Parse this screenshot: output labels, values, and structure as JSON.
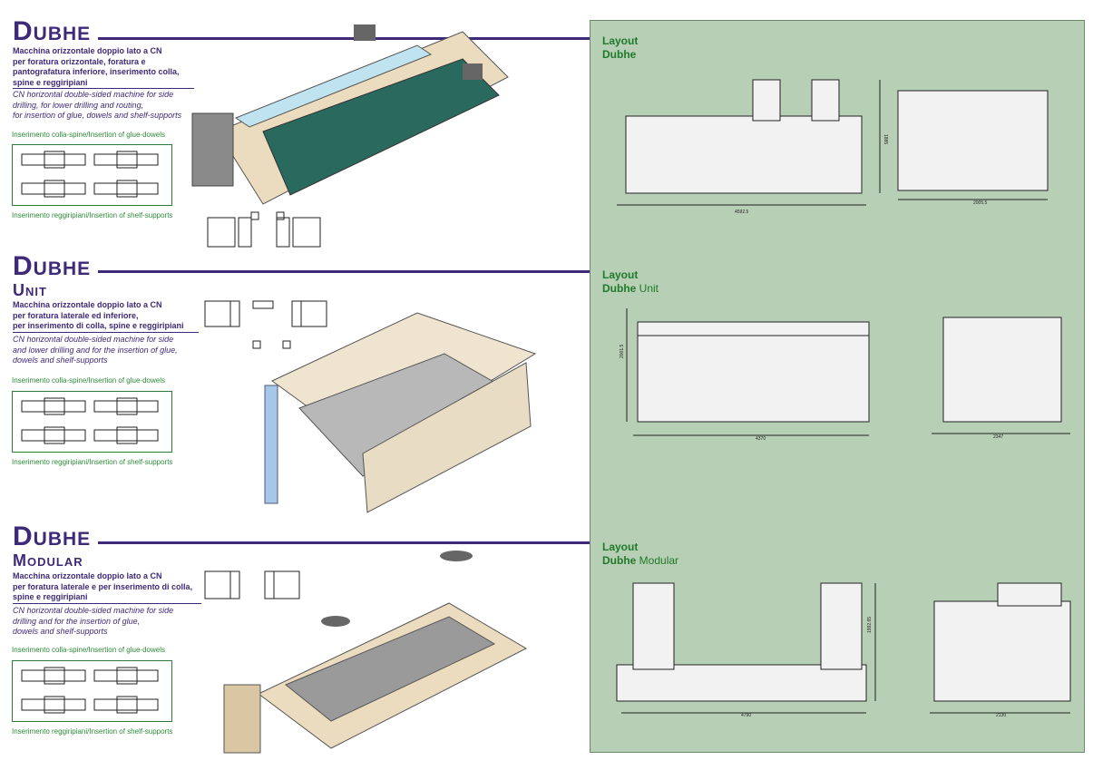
{
  "sections": [
    {
      "title": "Dubhe",
      "subtitle": "",
      "desc_it": [
        "Macchina orizzontale doppio lato a CN",
        "per foratura orizzontale, foratura e",
        "pantografatura inferiore, inserimento colla,",
        "spine e reggiripiani"
      ],
      "desc_en": [
        "CN horizontal double-sided machine for side",
        "drilling, for lower drilling and routing,",
        "for insertion of glue, dowels and shelf-supports"
      ],
      "caption_glue": "Inserimento colla-spine/Insertion of glue-dowels",
      "caption_shelf": "Inserimento reggiripiani/Insertion of shelf-supports"
    },
    {
      "title": "Dubhe",
      "subtitle": "Unit",
      "desc_it": [
        "Macchina orizzontale doppio lato a CN",
        "per foratura laterale ed inferiore,",
        "per inserimento di colla, spine e reggiripiani"
      ],
      "desc_en": [
        "CN horizontal double-sided machine for side",
        "and lower drilling and for the insertion of glue,",
        "dowels and shelf-supports"
      ],
      "caption_glue": "Inserimento colla-spine/Insertion of glue-dowels",
      "caption_shelf": "Inserimento reggiripiani/Insertion of shelf-supports"
    },
    {
      "title": "Dubhe",
      "subtitle": "Modular",
      "desc_it": [
        "Macchina orizzontale doppio lato a CN",
        "per foratura laterale e per inserimento di colla,",
        "spine e reggiripiani"
      ],
      "desc_en": [
        "CN horizontal double-sided machine for side",
        "drilling and for the insertion of glue,",
        "dowels and shelf-supports"
      ],
      "caption_glue": "Inserimento colla-spine/Insertion of glue-dowels",
      "caption_shelf": "Inserimento reggiripiani/Insertion of shelf-supports"
    }
  ],
  "layouts": [
    {
      "label": "Layout",
      "name_bold": "Dubhe",
      "name_rest": "",
      "dim_width": "4592.5",
      "dim_height": "1885",
      "dim_depth": "2005.5"
    },
    {
      "label": "Layout",
      "name_bold": "Dubhe",
      "name_rest": " Unit",
      "dim_width": "4370",
      "dim_height": "2001.5",
      "dim_depth": "2347"
    },
    {
      "label": "Layout",
      "name_bold": "Dubhe",
      "name_rest": " Modular",
      "dim_width": "4790",
      "dim_height": "1992.65",
      "dim_depth": "2130"
    }
  ],
  "colors": {
    "brand": "#3e2a78",
    "caption_green": "#2d8a3a",
    "panel_bg": "#b7cfb5"
  }
}
